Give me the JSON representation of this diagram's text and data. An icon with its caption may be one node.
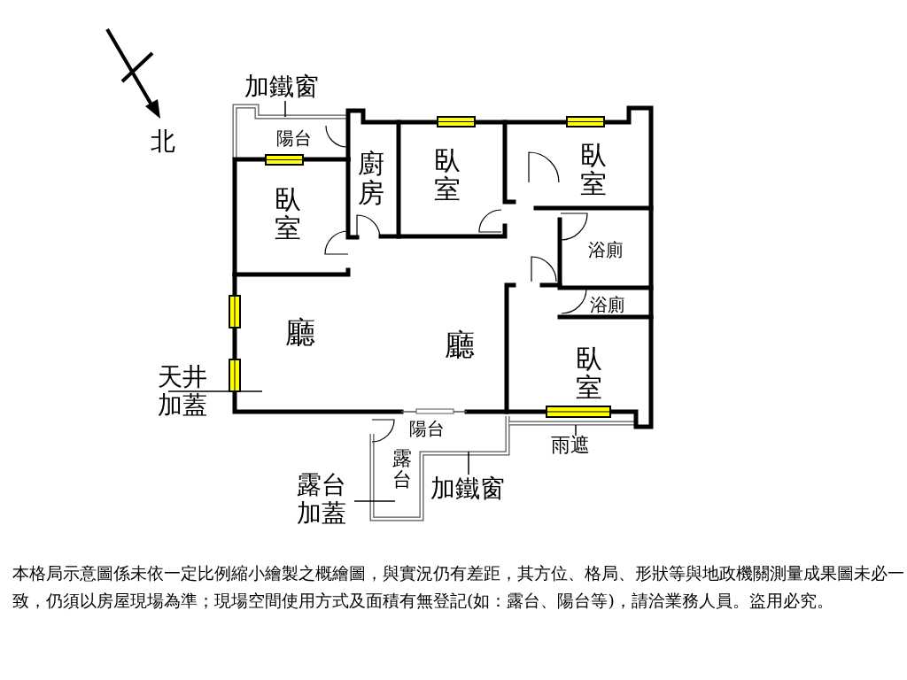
{
  "diagram": {
    "caption": "本格局示意圖係未依一定比例縮小繪製之概繪圖，與實況仍有差距，其方位、格局、形狀等與地政機關測量成果圖未必一致，仍須以房屋現場為準；現場空間使用方式及面積有無登記(如：露台、陽台等)，請洽業務人員。盜用必究。",
    "nodes": [
      {
        "text": [
          "加鐵窗"
        ]
      },
      {
        "text": [
          "天井加蓋"
        ]
      },
      {
        "text": [
          "露台加蓋"
        ]
      },
      {
        "text": [
          "加鐵窗"
        ]
      },
      {
        "text": [
          "雨遮"
        ]
      }
    ],
    "edges": [
      {
        "from": 0,
        "to": null,
        "arrow": "none"
      },
      {
        "from": 1,
        "to": null,
        "arrow": "none"
      },
      {
        "from": 2,
        "to": null,
        "arrow": "none"
      },
      {
        "from": 3,
        "to": null,
        "arrow": "none"
      },
      {
        "from": 4,
        "to": null,
        "arrow": "none"
      }
    ],
    "labels": [
      "北",
      "陽台",
      "廚房",
      "臥室",
      "臥室",
      "臥室",
      "浴廁",
      "浴廁",
      "廳",
      "廳",
      "臥室",
      "陽台",
      "露台"
    ]
  }
}
